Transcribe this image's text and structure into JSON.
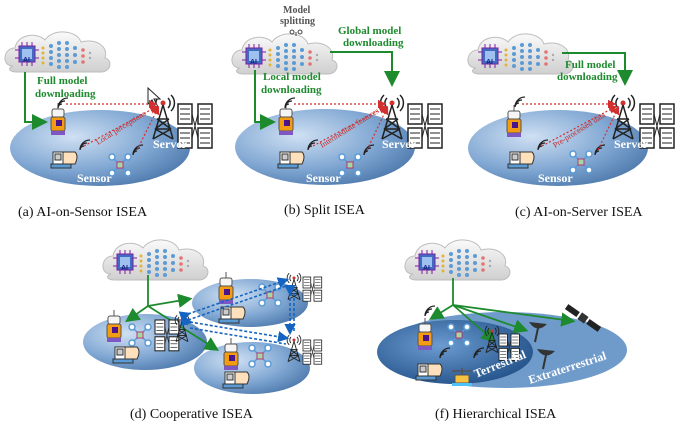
{
  "figure": {
    "panels": [
      {
        "id": "a",
        "caption": "(a) AI-on-Sensor ISEA",
        "download_label_1": "Full model",
        "download_label_2": "downloading",
        "link_label": "Local perceptions",
        "server_label": "Server",
        "sensor_label": "Sensor"
      },
      {
        "id": "b",
        "caption": "(b) Split ISEA",
        "split_label_1": "Model",
        "split_label_2": "splitting",
        "global_label_1": "Global model",
        "global_label_2": "downloading",
        "local_label_1": "Local model",
        "local_label_2": "downloading",
        "link_label": "Intermediate features",
        "server_label": "Server",
        "sensor_label": "Sensor"
      },
      {
        "id": "c",
        "caption": "(c) AI-on-Server ISEA",
        "download_label_1": "Full model",
        "download_label_2": "downloading",
        "link_label": "Pre-processed data",
        "server_label": "Server",
        "sensor_label": "Sensor"
      },
      {
        "id": "d",
        "caption": "(d) Cooperative ISEA"
      },
      {
        "id": "f",
        "caption": "(f) Hierarchical ISEA",
        "terrestrial_label": "Terrestrial",
        "extraterrestrial_label": "Extraterrestrial"
      }
    ],
    "cloud_chip_label": "AI",
    "colors": {
      "download_arrow": "#1e8a2e",
      "uplink_arrow": "#d32f2f",
      "cooperative_link": "#1565c0",
      "ellipse_light": "#b9d3ee",
      "ellipse_dark": "#4f7fb3"
    }
  }
}
